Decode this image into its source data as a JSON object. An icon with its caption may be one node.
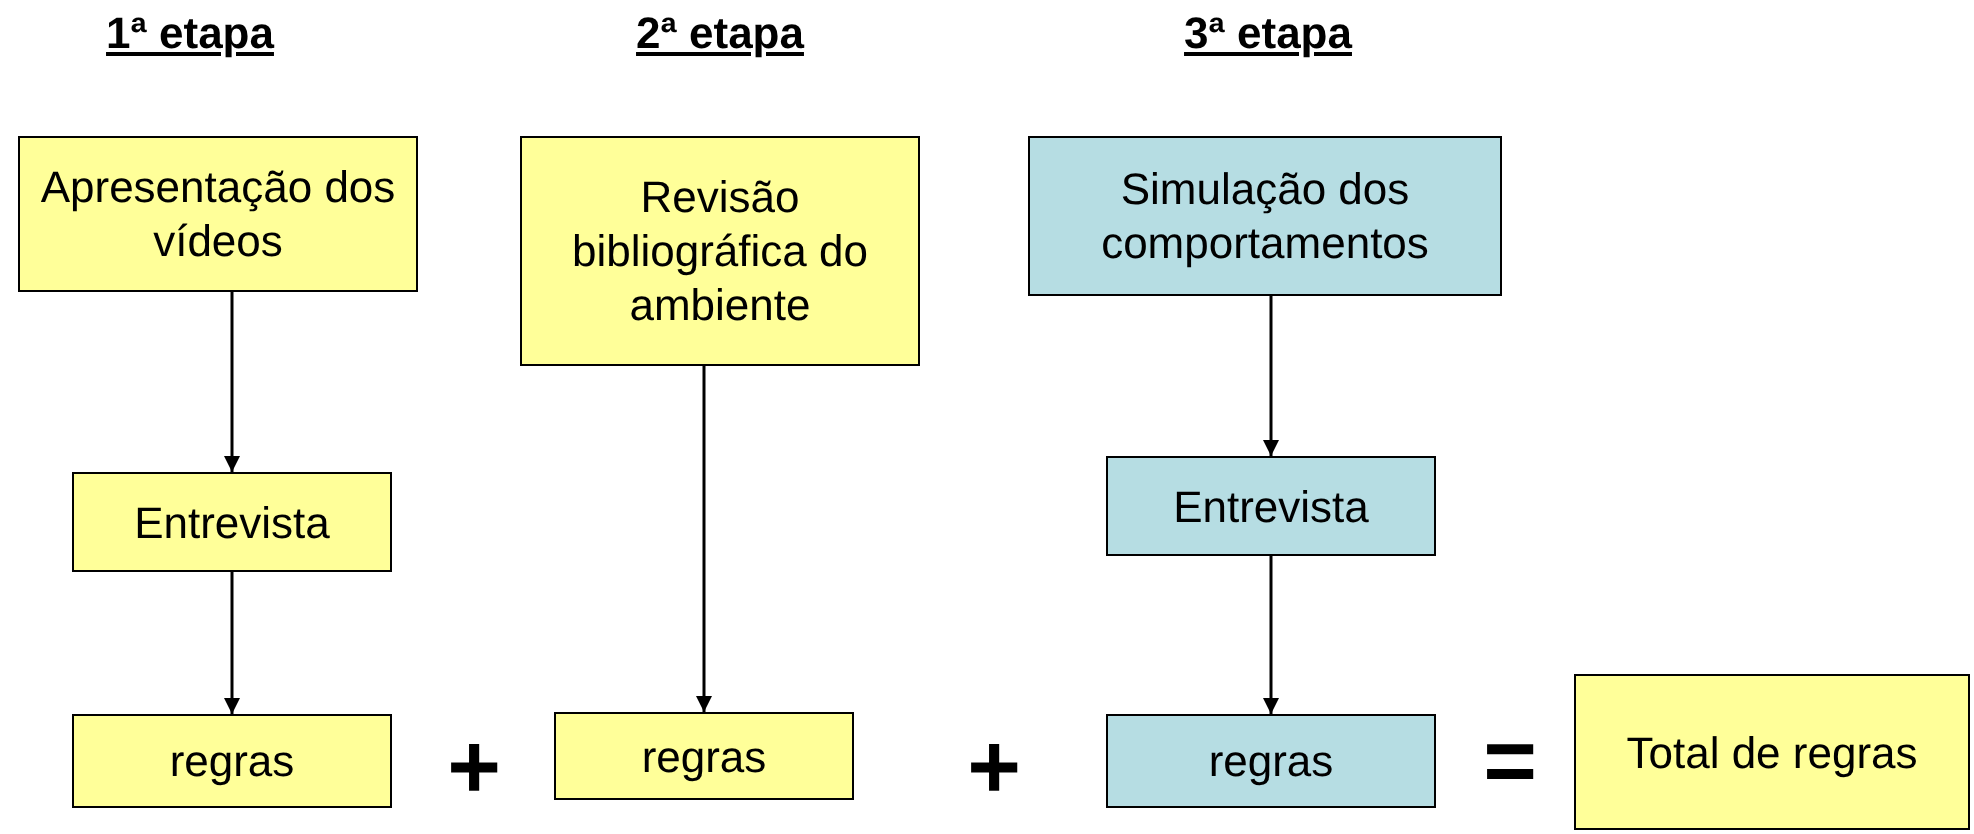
{
  "diagram": {
    "nodes": [
      {
        "text": [
          "Apresentação dos vídeos"
        ]
      },
      {
        "text": [
          "Entrevista"
        ]
      },
      {
        "text": [
          "regras"
        ]
      },
      {
        "text": [
          "Revisão bibliográfica do ambiente"
        ]
      },
      {
        "text": [
          "regras"
        ]
      },
      {
        "text": [
          "Simulação dos comportamentos"
        ]
      },
      {
        "text": [
          "Entrevista"
        ]
      },
      {
        "text": [
          "regras"
        ]
      },
      {
        "text": [
          "Total de regras"
        ]
      }
    ],
    "edges": [
      {
        "from": 0,
        "to": 1,
        "arrow": "to"
      },
      {
        "from": 1,
        "to": 2,
        "arrow": "to"
      },
      {
        "from": 3,
        "to": 4,
        "arrow": "to"
      },
      {
        "from": 5,
        "to": 6,
        "arrow": "to"
      },
      {
        "from": 6,
        "to": 7,
        "arrow": "to"
      }
    ],
    "labels": [
      "1ª etapa",
      "2ª etapa",
      "3ª etapa",
      "+",
      "+",
      "="
    ]
  }
}
